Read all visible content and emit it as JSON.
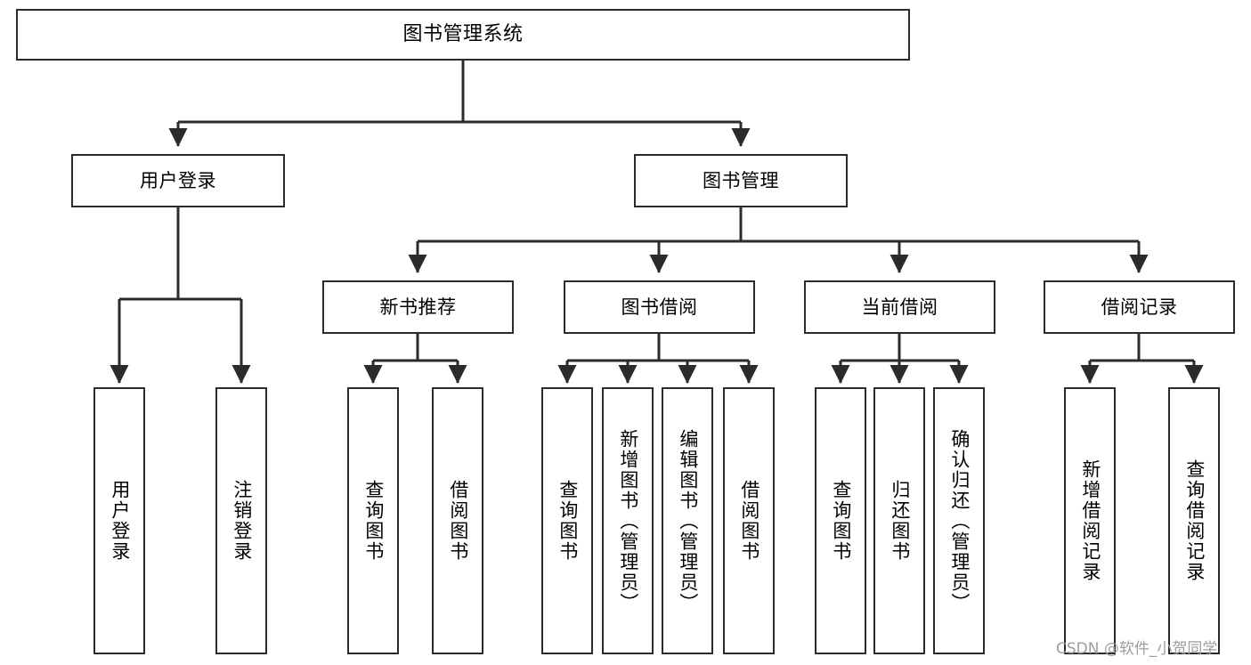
{
  "diagram": {
    "title": "图书管理系统",
    "type": "tree",
    "watermark": "CSDN @软件_小贺同学",
    "colors": {
      "border": "#2b2b2b",
      "background": "#ffffff",
      "text": "#000000",
      "watermark": "#9d9d9d"
    },
    "nodes": {
      "root": {
        "label": "图书管理系统"
      },
      "level2": [
        {
          "label": "用户登录"
        },
        {
          "label": "图书管理"
        }
      ],
      "level3": [
        {
          "label": "新书推荐"
        },
        {
          "label": "图书借阅"
        },
        {
          "label": "当前借阅"
        },
        {
          "label": "借阅记录"
        }
      ],
      "leaves": {
        "user_login": [
          {
            "label": "用户登录"
          },
          {
            "label": "注销登录"
          }
        ],
        "new_book": [
          {
            "label": "查询图书"
          },
          {
            "label": "借阅图书"
          }
        ],
        "borrow_book": [
          {
            "label": "查询图书"
          },
          {
            "label": "新增图书（管理员）"
          },
          {
            "label": "编辑图书（管理员）"
          },
          {
            "label": "借阅图书"
          }
        ],
        "current_borrow": [
          {
            "label": "查询图书"
          },
          {
            "label": "归还图书"
          },
          {
            "label": "确认归还（管理员）"
          }
        ],
        "borrow_record": [
          {
            "label": "新增借阅记录"
          },
          {
            "label": "查询借阅记录"
          }
        ]
      }
    }
  }
}
